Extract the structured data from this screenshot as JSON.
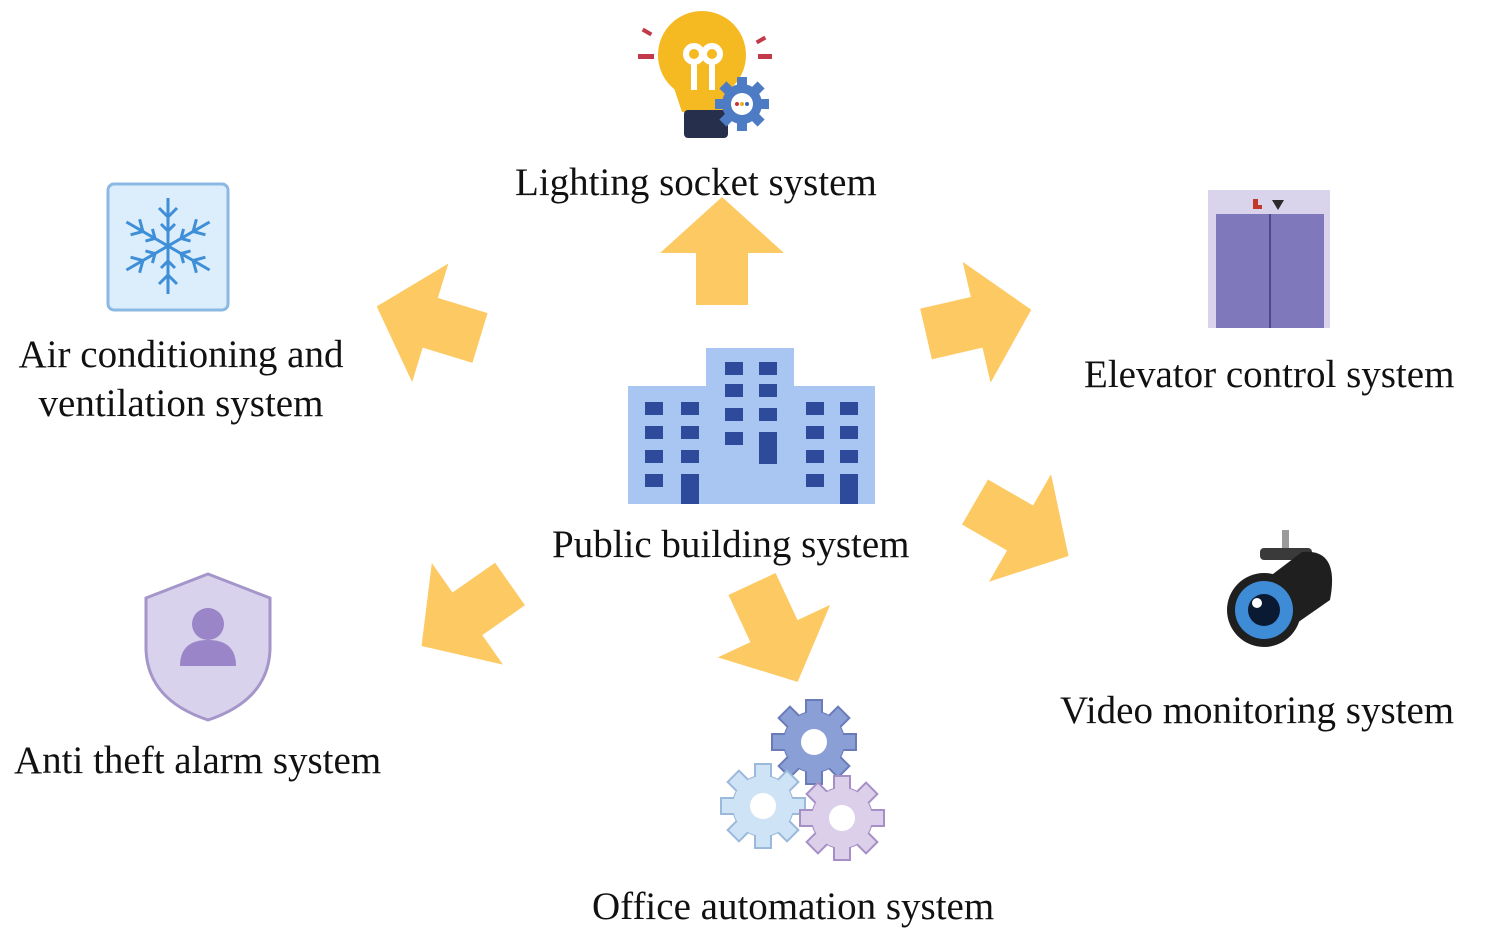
{
  "center": {
    "label": "Public building system",
    "icon": "office-building-icon"
  },
  "systems": [
    {
      "id": "lighting",
      "label": "Lighting socket system",
      "icon": "lightbulb-gear-icon"
    },
    {
      "id": "elevator",
      "label": "Elevator control system",
      "icon": "elevator-icon"
    },
    {
      "id": "video",
      "label": "Video monitoring system",
      "icon": "security-camera-icon"
    },
    {
      "id": "office",
      "label": "Office automation system",
      "icon": "gears-icon"
    },
    {
      "id": "antitheft",
      "label": "Anti theft alarm system",
      "icon": "shield-user-icon"
    },
    {
      "id": "aircon",
      "label_line1": "Air conditioning and",
      "label_line2": "ventilation system",
      "icon": "snowflake-icon"
    }
  ],
  "colors": {
    "arrow": "#FDC962",
    "building_light": "#A9C6F2",
    "building_dark": "#2E4A9A",
    "elevator": "#7F78BA",
    "shield": "#D9D2EC",
    "snow_bg": "#DCEEFB",
    "snow_line": "#3E8ED8"
  }
}
